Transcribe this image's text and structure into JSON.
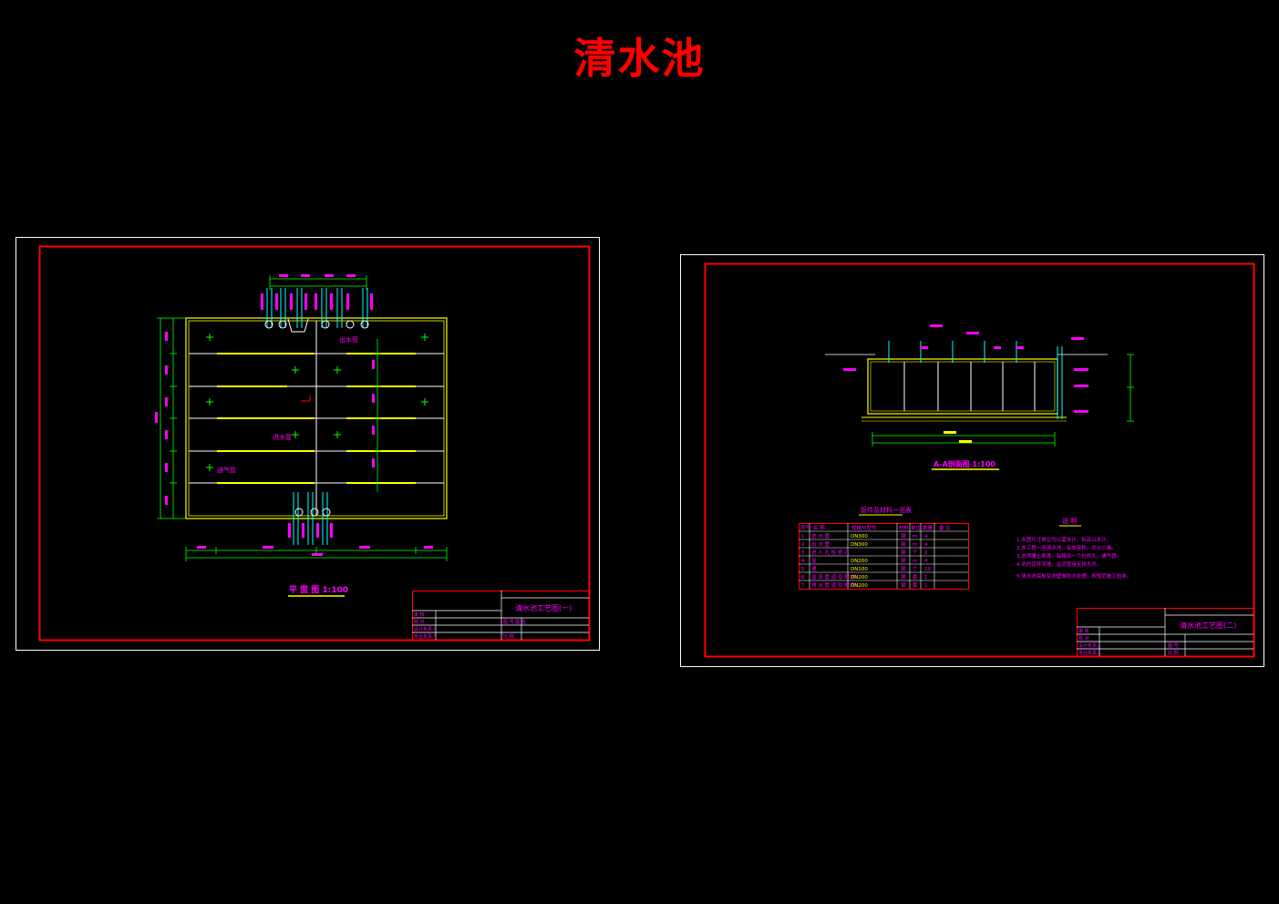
{
  "page": {
    "title": "清水池"
  },
  "sheet1": {
    "plan_label": "平 面 图 1:100",
    "drawing_title": "清水池工艺图(一)",
    "title_rows": [
      "审 核",
      "校 对",
      "设计负责人",
      "专业负责人"
    ],
    "title_right": [
      "图 号 图 名",
      "比 例"
    ],
    "tag_ventilation": "通气管",
    "tag_inlet": "进水管",
    "tag_outlet": "出水管"
  },
  "sheet2": {
    "section_label": "A-A剖面图 1:100",
    "drawing_title": "清水池工艺图(二)",
    "table_title": "管件及材料一览表",
    "table_headers": [
      "序号",
      "名 称",
      "规格与型号",
      "材料",
      "单位",
      "数量",
      "备 注"
    ],
    "table_rows": [
      [
        "1",
        "进 水 管",
        "DN300",
        "钢",
        "m",
        "4"
      ],
      [
        "2",
        "出 水 管",
        "DN300",
        "钢",
        "m",
        "4"
      ],
      [
        "3",
        "进 人 孔 检 修 孔",
        "",
        "钢",
        "个",
        "2"
      ],
      [
        "4",
        "溢",
        "DN200",
        "钢",
        "m",
        "4"
      ],
      [
        "5",
        "通",
        "DN100",
        "钢",
        "个",
        "10"
      ],
      [
        "6",
        "溢 流 管 道 及 附 件",
        "DN200",
        "钢",
        "套",
        "1"
      ],
      [
        "7",
        "排 水 管 道 及 附 件",
        "DN200",
        "钢",
        "套",
        "1"
      ]
    ],
    "notes_title": "说 明",
    "notes": [
      "1.本图尺寸单位均以毫米计，标高以米计。",
      "2.本工程一座清水池，有效容积，共分二格。",
      "3.池顶覆土厚度，每格设一个检修孔，通气管。",
      "4.池内设导流墙，溢流管接至排水井。",
      "5.清水池底板及池壁做防水处理，按规范施工验收。"
    ],
    "title_rows": [
      "审 核",
      "校 对",
      "设计负责人",
      "专业负责人"
    ],
    "title_right": [
      "图 号",
      "比 例"
    ]
  }
}
